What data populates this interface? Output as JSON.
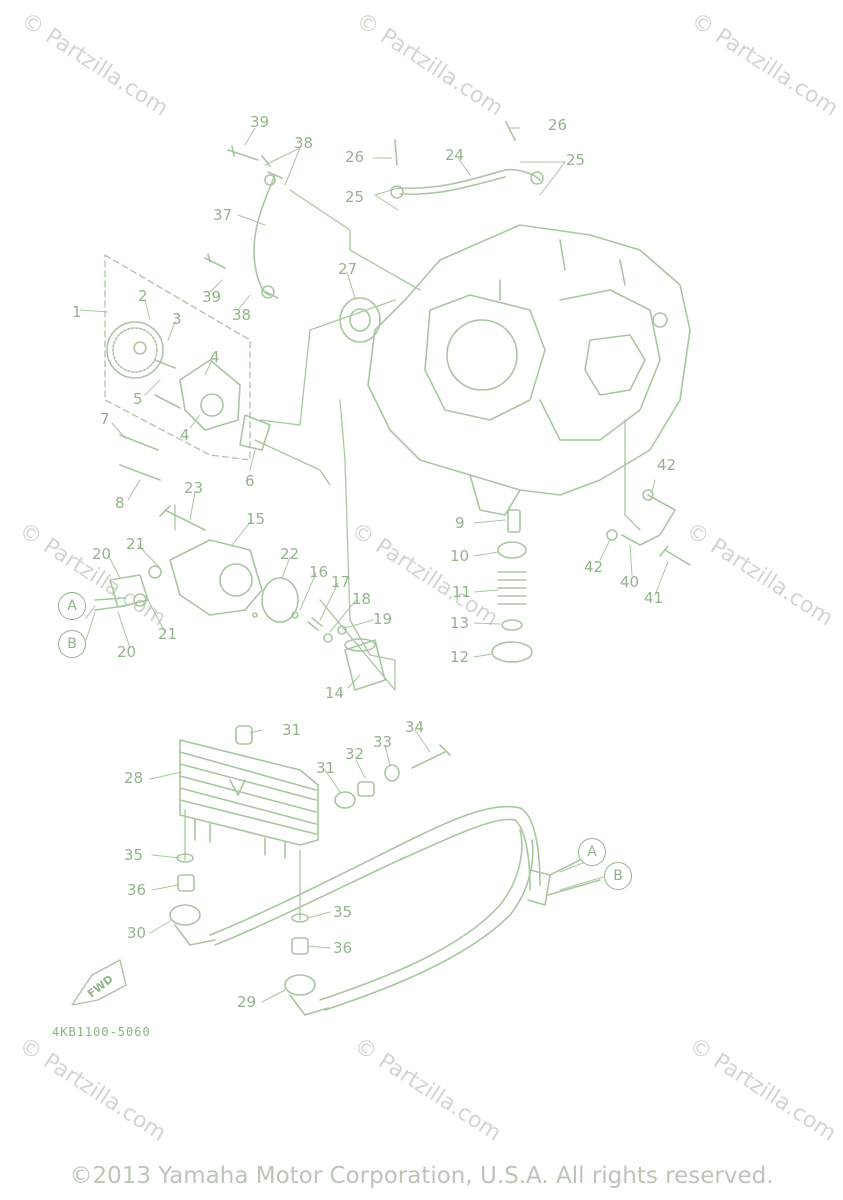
{
  "watermarks": [
    "© Partzilla.com",
    "© Partzilla.com",
    "© Partzilla.com",
    "© Partzilla.com",
    "© Partzilla.com",
    "© Partzilla.com",
    "© Partzilla.com",
    "© Partzilla.com",
    "© Partzilla.com"
  ],
  "callouts": [
    "39",
    "38",
    "26",
    "24",
    "25",
    "26",
    "25",
    "37",
    "39",
    "38",
    "1",
    "2",
    "3",
    "4",
    "5",
    "4",
    "7",
    "8",
    "6",
    "27",
    "23",
    "15",
    "21",
    "20",
    "20",
    "21",
    "22",
    "16",
    "17",
    "18",
    "19",
    "14",
    "9",
    "10",
    "11",
    "13",
    "12",
    "42",
    "42",
    "40",
    "41",
    "31",
    "34",
    "32",
    "33",
    "28",
    "31",
    "35",
    "36",
    "30",
    "35",
    "36",
    "29"
  ],
  "circled_refs": {
    "a1": "A",
    "b1": "B",
    "a2": "A",
    "b2": "B"
  },
  "fwd_label": "FWD",
  "diagram_code": "4KB1100-5060",
  "copyright": "©2013 Yamaha Motor Corporation, U.S.A. All rights reserved.",
  "colors": {
    "line": "#a9c6a2",
    "label": "#93b48c",
    "watermark": "#cfd8cc",
    "copyright": "#b9c7b5"
  }
}
